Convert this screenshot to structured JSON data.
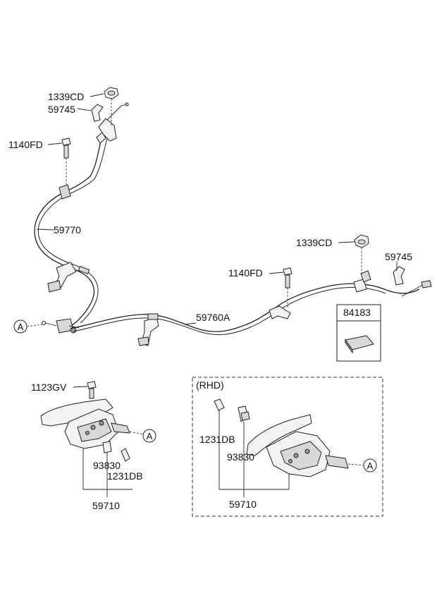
{
  "parts": {
    "nut_top": "1339CD",
    "clip_top": "59745",
    "bolt_top": "1140FD",
    "cable_left": "59770",
    "nut_right": "1339CD",
    "clip_right": "59745",
    "bolt_right": "1140FD",
    "cable_main": "59760A",
    "pad": "84183",
    "bolt_lhd": "1123GV",
    "bracket_lhd": "93830",
    "screw_lhd": "1231DB",
    "assy_lhd": "59710",
    "rhd_title": "(RHD)",
    "screw_rhd": "1231DB",
    "bracket_rhd": "93830",
    "assy_rhd": "59710"
  },
  "callouts": {
    "a_left": "A",
    "a_lhd": "A",
    "a_rhd": "A"
  }
}
